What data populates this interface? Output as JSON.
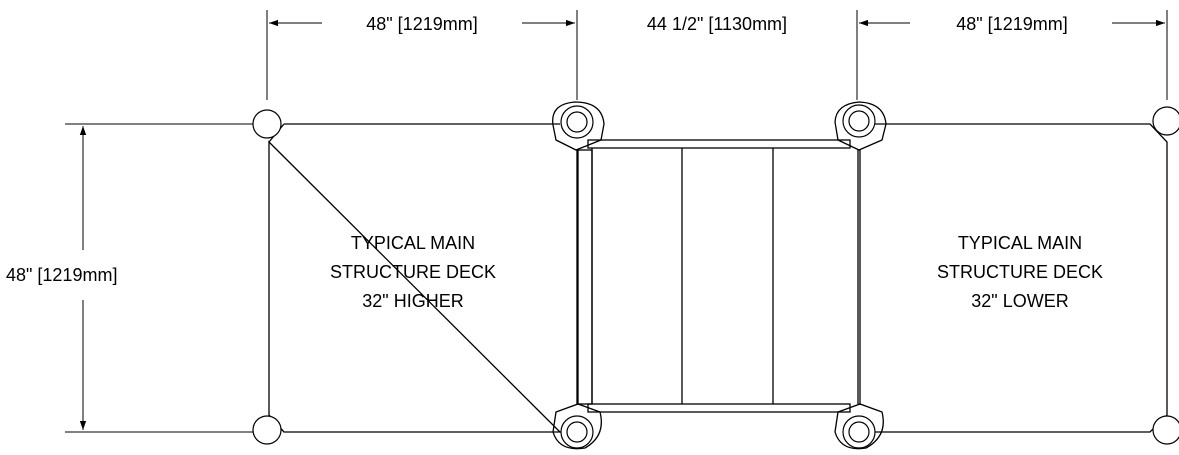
{
  "dimensions": {
    "left_span": "48\" [1219mm]",
    "middle_span": "44 1/2\" [1130mm]",
    "right_span": "48\" [1219mm]",
    "height": "48\" [1219mm]"
  },
  "decks": {
    "left": {
      "line1": "TYPICAL MAIN",
      "line2": "STRUCTURE DECK",
      "line3": "32\" HIGHER"
    },
    "right": {
      "line1": "TYPICAL MAIN",
      "line2": "STRUCTURE DECK",
      "line3": "32\" LOWER"
    }
  }
}
